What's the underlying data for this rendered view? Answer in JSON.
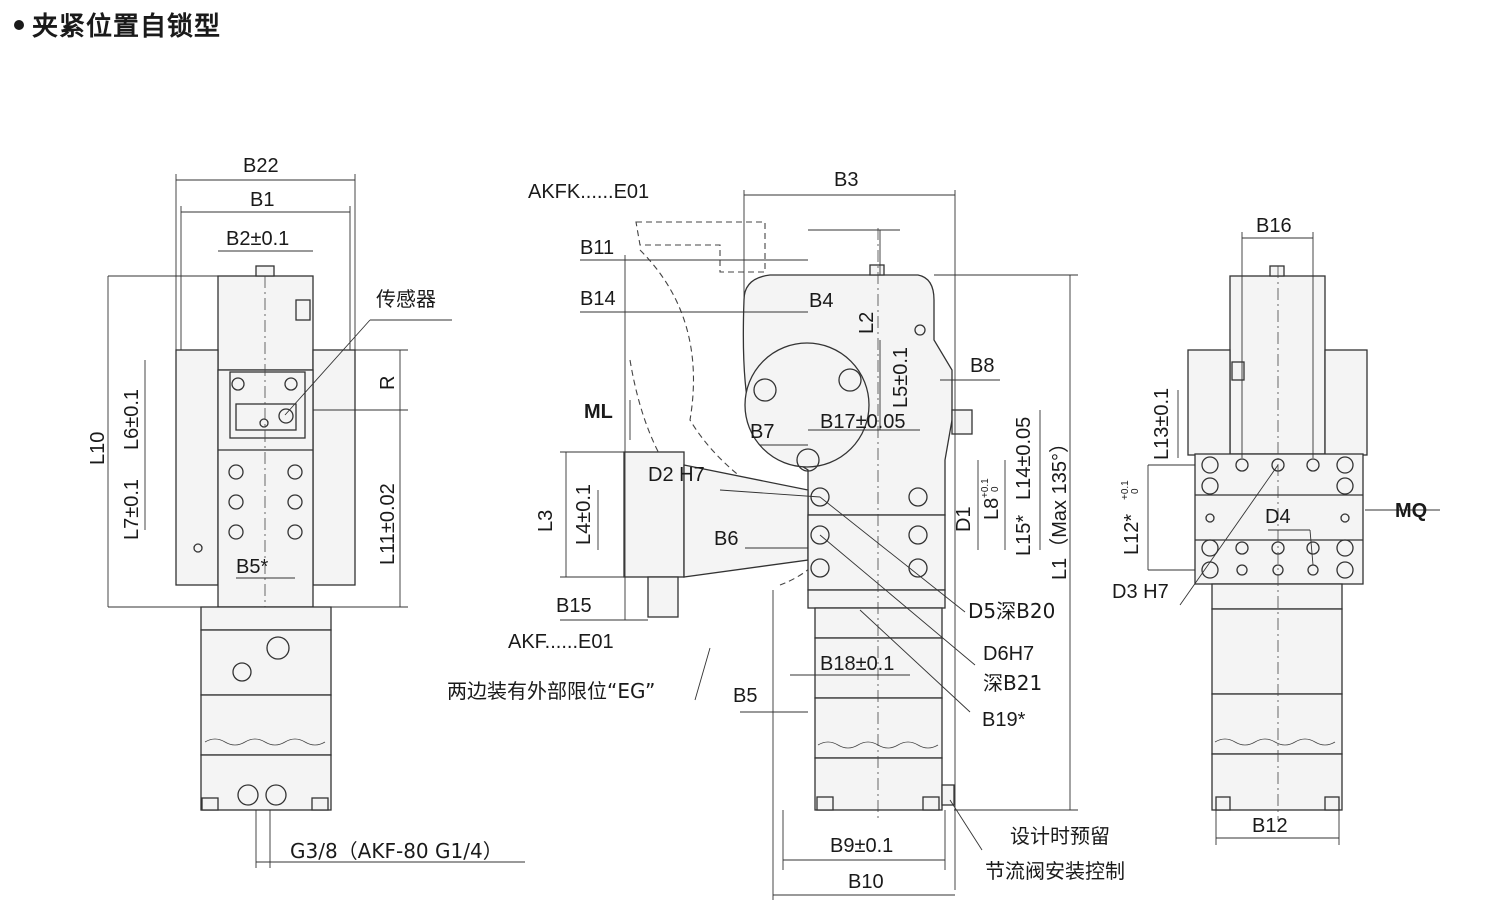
{
  "title": "夹紧位置自锁型",
  "left_view": {
    "labels": {
      "b22": "B22",
      "b1": "B1",
      "b2": "B2±0.1",
      "sensor": "传感器",
      "r": "R",
      "l10": "L10",
      "l6": "L6±0.1",
      "l7": "L7±0.1",
      "l11": "L11±0.02",
      "b5star": "B5*",
      "port": "G3/8（AKF-80 G1/4）"
    }
  },
  "middle_view": {
    "labels": {
      "akfk": "AKFK......E01",
      "b3": "B3",
      "b11": "B11",
      "b14": "B14",
      "b4": "B4",
      "l2": "L2",
      "ml": "ML",
      "l5": "L5±0.1",
      "b8": "B8",
      "b7": "B7",
      "b17": "B17±0.05",
      "d2": "D2 H7",
      "l14": "L14±0.05",
      "l8": "L8",
      "l8_tol_top": "+0.1",
      "l8_tol_bot": "0",
      "l1": "L1（Max 135°）",
      "l3": "L3",
      "l4": "L4±0.1",
      "d1": "D1",
      "l15": "L15*",
      "b6": "B6",
      "b15": "B15",
      "d5": "D5深B20",
      "akf": "AKF......E01",
      "d6": "D6H7",
      "d6b": "深B21",
      "b18": "B18±0.1",
      "eg": "两边装有外部限位“EG”",
      "b5": "B5",
      "b19": "B19*",
      "design1": "设计时预留",
      "design2": "节流阀安装控制",
      "b9": "B9±0.1",
      "b10": "B10"
    }
  },
  "right_view": {
    "labels": {
      "b16": "B16",
      "l13": "L13±0.1",
      "l12": "L12*",
      "l12_tol_top": "+0.1",
      "l12_tol_bot": "0",
      "d4": "D4",
      "mq": "MQ",
      "d3": "D3 H7",
      "b12": "B12"
    }
  }
}
